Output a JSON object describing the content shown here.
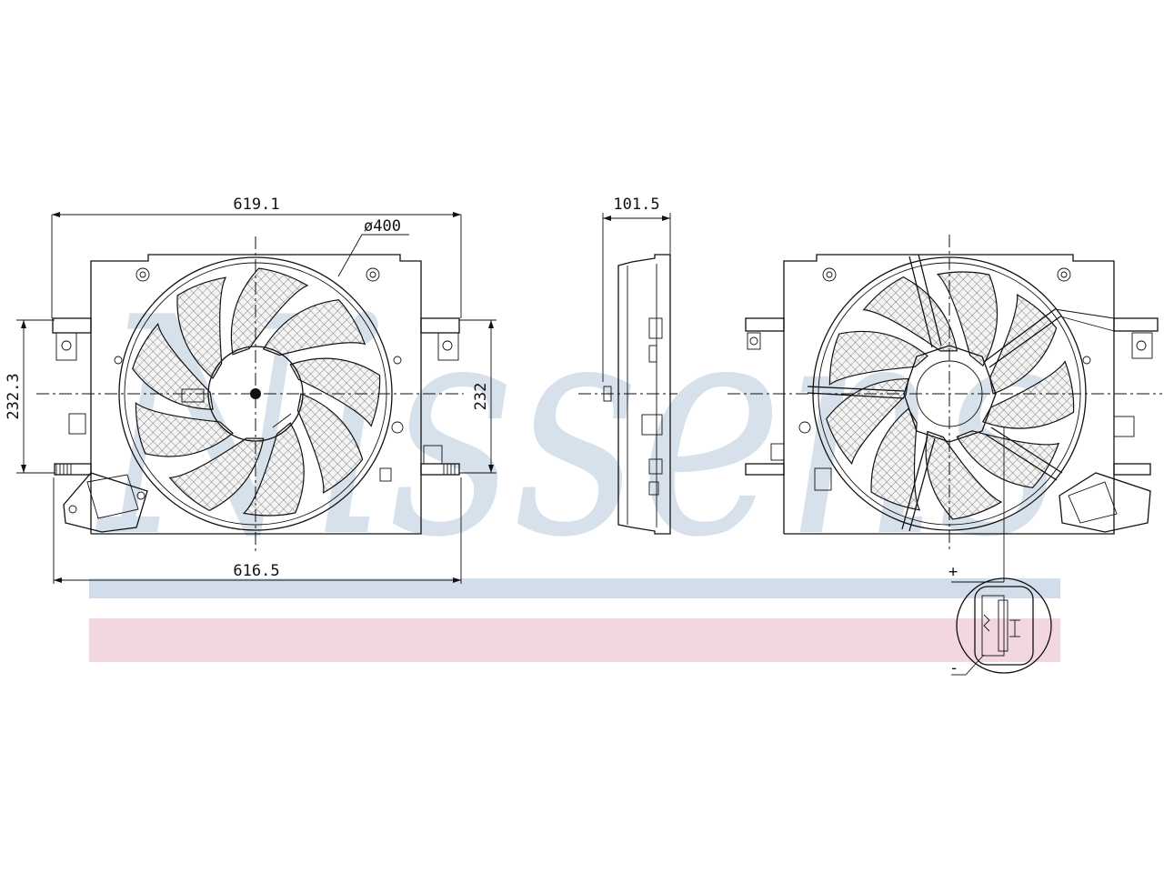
{
  "drawing": {
    "dimensions": {
      "top_width": "619.1",
      "bottom_width": "616.5",
      "left_height": "232.3",
      "right_height": "232",
      "depth": "101.5",
      "fan_diameter": "ø400"
    },
    "connector": {
      "plus": "+",
      "minus": "-"
    },
    "watermark": {
      "brand_text": "Nissens"
    },
    "colors": {
      "line": "#111111",
      "watermark_blue": "#c9d7e6",
      "watermark_pink": "#f1d3db",
      "background": "#ffffff"
    }
  }
}
